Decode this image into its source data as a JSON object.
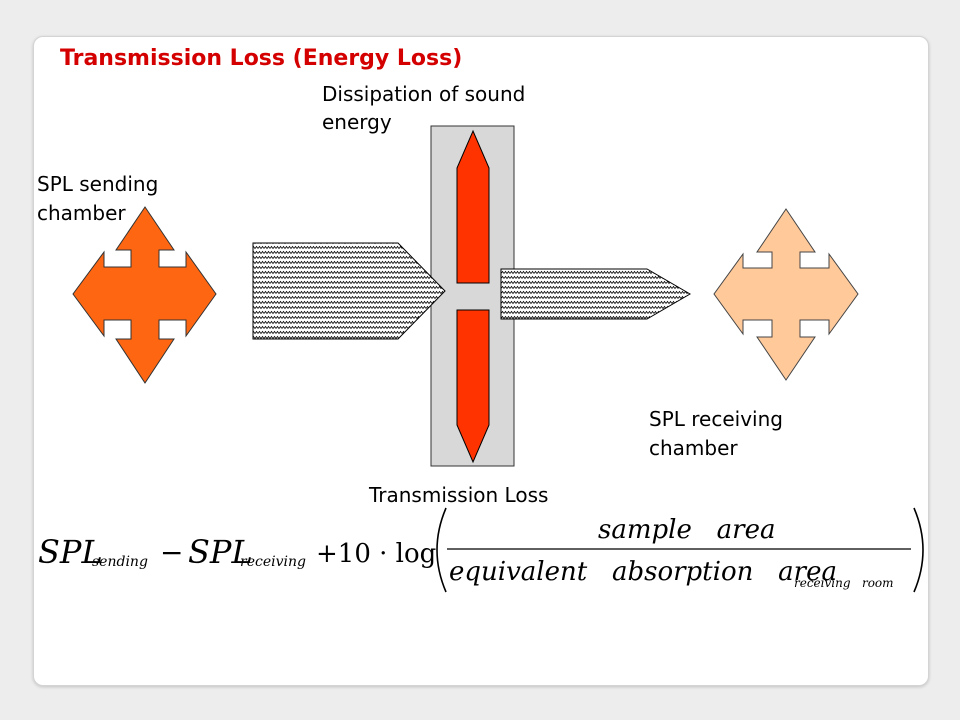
{
  "slide": {
    "title": "Transmission Loss (Energy Loss)"
  },
  "labels": {
    "dissipation_line1": "Dissipation of sound",
    "dissipation_line2": "energy",
    "spl_sending_line1": "SPL sending",
    "spl_sending_line2": "chamber",
    "spl_receiving_line1": "SPL receiving",
    "spl_receiving_line2": "chamber",
    "transmission_loss": "Transmission Loss"
  },
  "formula": {
    "spl1": "SPL",
    "sub_sending": "sending",
    "minus": "−",
    "spl2": "SPL",
    "sub_receiving": "receiving",
    "plus_ten_log": "+10 · log",
    "numerator": "sample   area",
    "denominator": "equivalent   absorption   area",
    "sub_receiving_room": "receiving   room"
  },
  "colors": {
    "title": "#d40000",
    "sending_arrow": "#ff6611",
    "receiving_arrow": "#ffc99a",
    "dissipation_bar": "#ff3300",
    "wall": "#d8d8d8"
  },
  "icons": {
    "sending": "four-way-arrow-icon",
    "receiving": "four-way-arrow-icon",
    "incident": "arrow-right-icon",
    "transmitted": "arrow-right-icon",
    "dissipation": "double-arrow-vertical-icon"
  }
}
